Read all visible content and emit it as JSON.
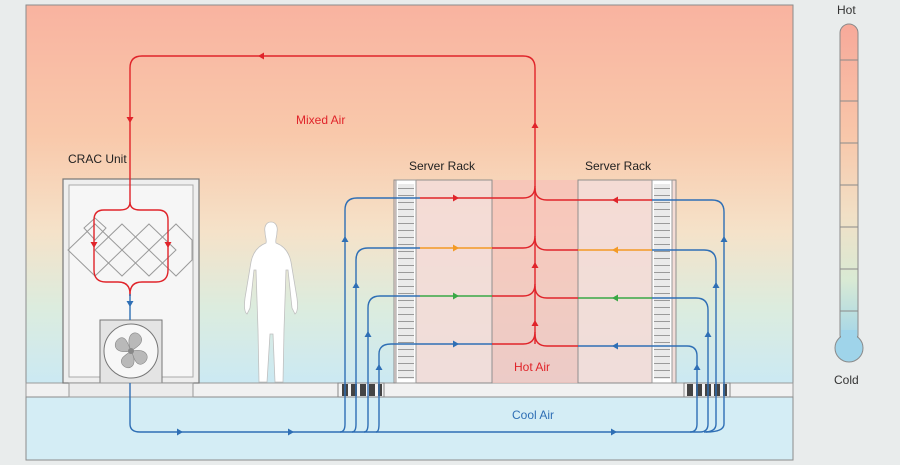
{
  "labels": {
    "crac_unit": "CRAC Unit",
    "mixed_air": "Mixed Air",
    "server_rack_left": "Server Rack",
    "server_rack_right": "Server Rack",
    "hot_air": "Hot Air",
    "cool_air": "Cool Air"
  },
  "thermometer": {
    "top_label": "Hot",
    "bottom_label": "Cold"
  },
  "colors": {
    "hot_airflow": "#e0242a",
    "cool_airflow": "#2f6fb5",
    "warm_airflow": "#f39a25",
    "mid_airflow": "#39a845",
    "room_top": "#f9b7a1",
    "room_mid": "#f6ddc4",
    "room_bottom": "#cfeaf2",
    "floor_plenum": "#d4edf5"
  }
}
